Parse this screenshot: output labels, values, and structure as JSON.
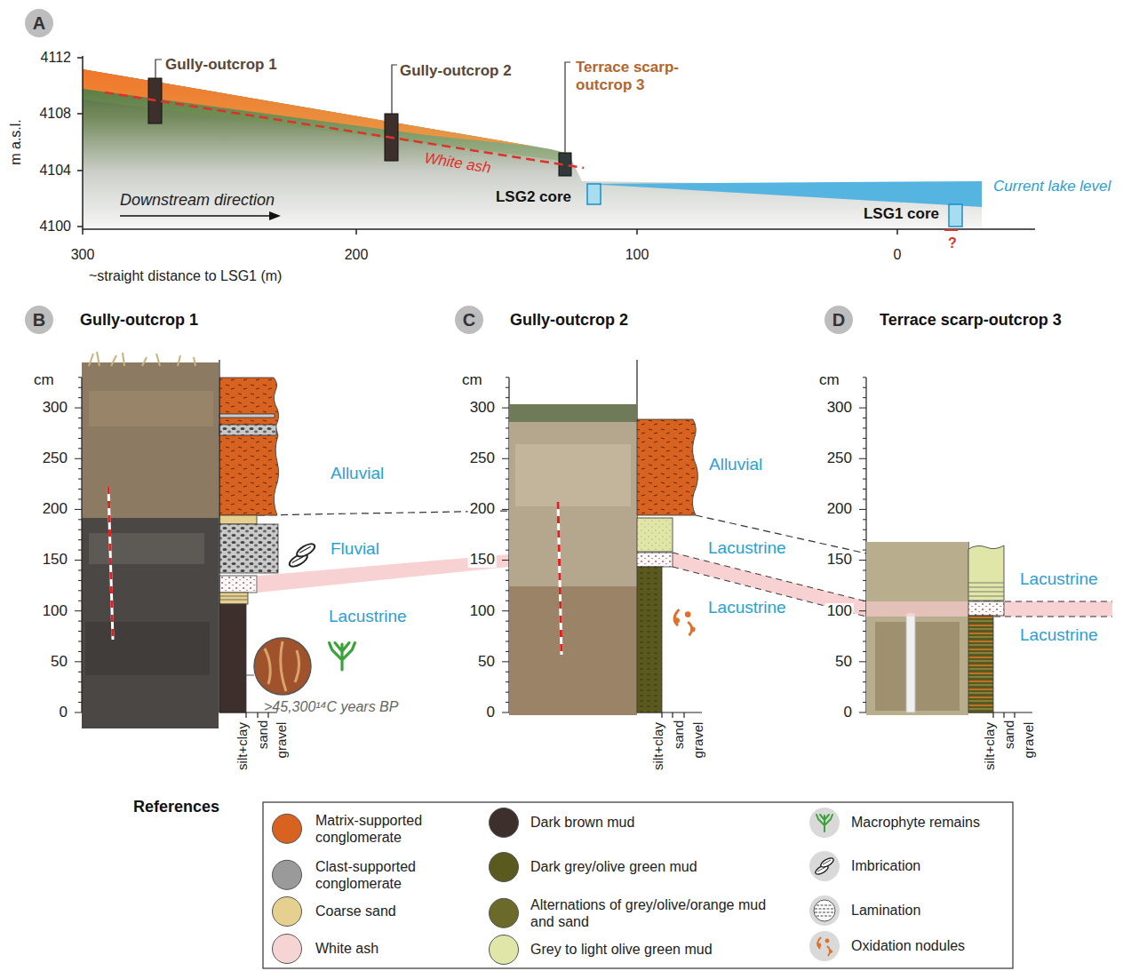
{
  "diagram": {
    "nodes": [
      {
        "text": [
          "A"
        ]
      },
      {
        "text": [
          "B",
          "Gully-outcrop 1"
        ]
      },
      {
        "text": [
          "C",
          "Gully-outcrop 2"
        ]
      },
      {
        "text": [
          "D",
          "Terrace scarp-outcrop 3"
        ]
      }
    ],
    "labels": [
      "4112",
      "4108",
      "4104",
      "4100",
      "m a.s.l.",
      "300",
      "200",
      "100",
      "0",
      "~straight distance to LSG1 (m)",
      "Gully-outcrop 1",
      "Gully-outcrop 2",
      "Terrace scarp- outcrop 3",
      "White ash",
      "Downstream direction",
      "LSG2 core",
      "LSG1 core",
      "Current lake level",
      "?",
      "cm",
      "300",
      "250",
      "200",
      "150",
      "100",
      "50",
      "0",
      "Alluvial",
      "Fluvial",
      "Lacustrine",
      ">45,300¹⁴C years BP",
      "silt+clay",
      "sand",
      "gravel",
      "cm",
      "300",
      "250",
      "200",
      "150",
      "100",
      "50",
      "0",
      "Alluvial",
      "Lacustrine",
      "Lacustrine",
      "silt+clay",
      "sand",
      "gravel",
      "cm",
      "300",
      "250",
      "200",
      "150",
      "100",
      "50",
      "0",
      "Lacustrine",
      "Lacustrine",
      "silt+clay",
      "sand",
      "gravel",
      "References"
    ],
    "legend": [
      {
        "text": "Matrix-supported conglomerate",
        "color": "#d8621f"
      },
      {
        "text": "Clast-supported conglomerate",
        "color": "#9a9a9a"
      },
      {
        "text": "Coarse sand",
        "color": "#e6d08f"
      },
      {
        "text": "White ash",
        "color": "#f6d4d4"
      },
      {
        "text": "Dark brown mud",
        "color": "#3d302c"
      },
      {
        "text": "Dark grey/olive green mud",
        "color": "#5b5a1e"
      },
      {
        "text": "Alternations of grey/olive/orange mud and sand",
        "color": "#6b6a2a"
      },
      {
        "text": "Grey to light olive green mud",
        "color": "#dfe6a8"
      },
      {
        "text": "Macrophyte remains"
      },
      {
        "text": "Imbrication"
      },
      {
        "text": "Lamination"
      },
      {
        "text": "Oxidation nodules"
      }
    ]
  }
}
